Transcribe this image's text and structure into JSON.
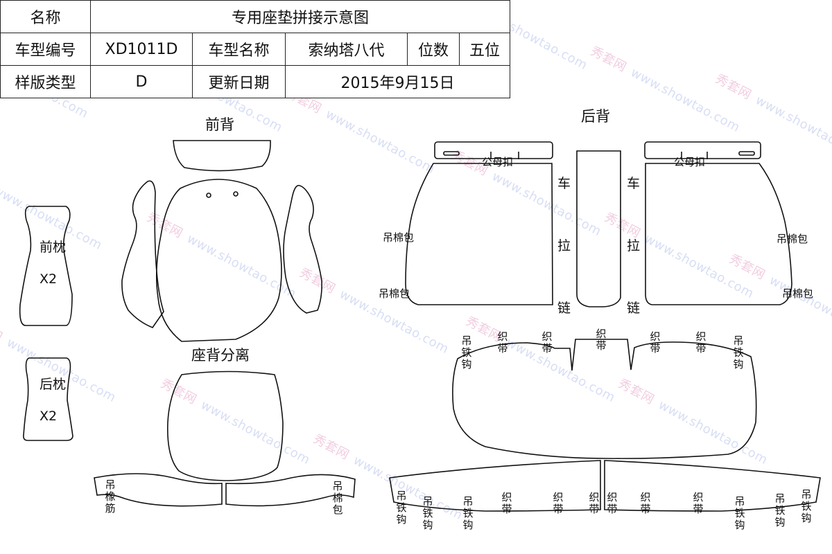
{
  "header": {
    "label_name": "名称",
    "title": "专用座垫拼接示意图",
    "label_model_no": "车型编号",
    "model_no": "XD1011D",
    "label_model_name": "车型名称",
    "model_name": "索纳塔八代",
    "label_seats": "位数",
    "seats": "五位",
    "label_sample_type": "样版类型",
    "sample_type": "D",
    "label_update_date": "更新日期",
    "update_date": "2015年9月15日"
  },
  "sections": {
    "front_back": "前背",
    "rear_back": "后背",
    "seat_back_split": "座背分离"
  },
  "pillows": {
    "front": "前枕",
    "front_qty": "X2",
    "rear": "后枕",
    "rear_qty": "X2"
  },
  "labels": {
    "buckle": "公母扣",
    "hang_cotton_bag": "吊棉包",
    "zipper": "车拉链",
    "webbing": "织带",
    "hang_iron_hook": "吊铁钩",
    "hang_rubber_band": "吊橡筋",
    "hang_cotton_bag_short": "吊棉包"
  },
  "watermark": {
    "brand": "秀套网",
    "url": "www.showtao.com",
    "color_brand": "#e6a6c8",
    "color_url": "#b9c4ee"
  }
}
